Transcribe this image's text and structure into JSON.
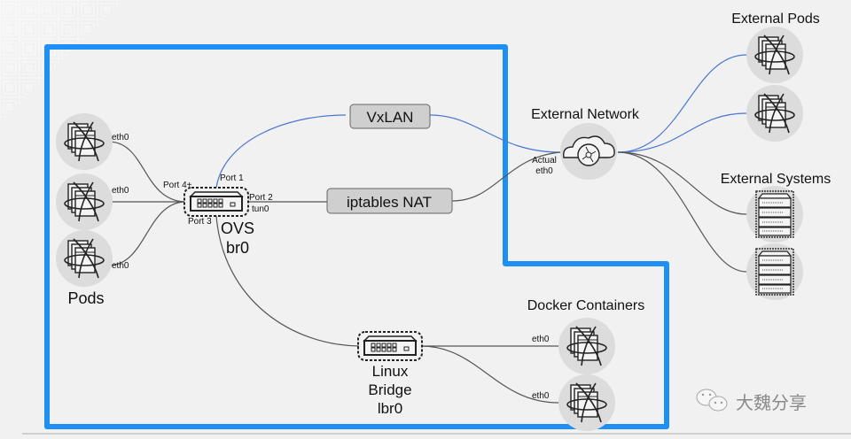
{
  "colors": {
    "background": "#f1f1f1",
    "boundary": "#1e8ff5",
    "overlay_link": "#4a78d0",
    "local_link": "#555555",
    "node_circle": "#dcdcdc",
    "box_fill": "#cfcfcf"
  },
  "pods": {
    "label": "Pods",
    "items": [
      {
        "iface": "eth0"
      },
      {
        "iface": "eth0"
      },
      {
        "iface": "eth0"
      }
    ]
  },
  "ovs": {
    "name": "OVS",
    "bridge": "br0",
    "ports": {
      "port1": "Port 1",
      "port2": "Port 2",
      "port2_iface": "tun0",
      "port3": "Port 3",
      "port4": "Port 4+"
    }
  },
  "vxlan": {
    "label": "VxLAN"
  },
  "iptables": {
    "label": "iptables NAT"
  },
  "external_network": {
    "label": "External Network",
    "iface_line1": "Actual",
    "iface_line2": "eth0"
  },
  "external_pods": {
    "label": "External Pods",
    "count": 2
  },
  "external_systems": {
    "label": "External Systems",
    "count": 2
  },
  "linux_bridge": {
    "line1": "Linux",
    "line2": "Bridge",
    "line3": "lbr0"
  },
  "docker": {
    "label": "Docker Containers",
    "items": [
      {
        "iface": "eth0"
      },
      {
        "iface": "eth0"
      }
    ]
  },
  "watermark": {
    "icon": "wechat-icon",
    "text": "大魏分享"
  }
}
